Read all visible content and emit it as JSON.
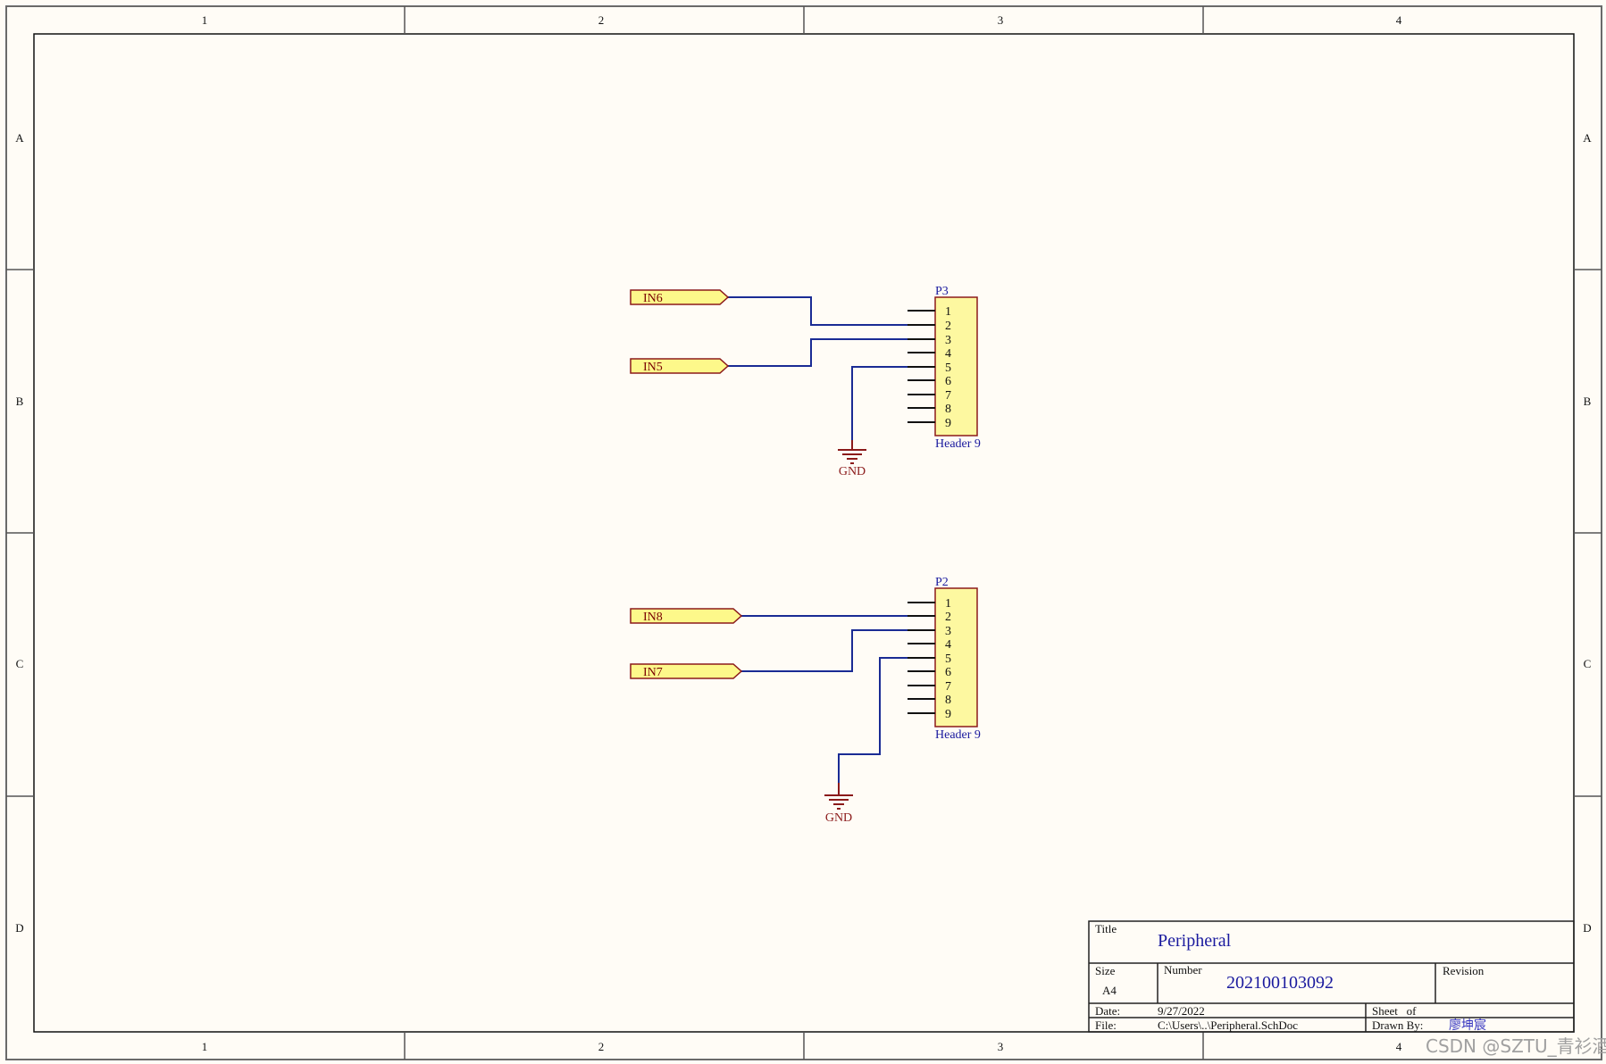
{
  "sheet": {
    "columns": [
      "1",
      "2",
      "3",
      "4"
    ],
    "rows": [
      "A",
      "B",
      "C",
      "D"
    ]
  },
  "components": [
    {
      "designator": "P3",
      "comment": "Header 9",
      "pins": [
        "1",
        "2",
        "3",
        "4",
        "5",
        "6",
        "7",
        "8",
        "9"
      ]
    },
    {
      "designator": "P2",
      "comment": "Header 9",
      "pins": [
        "1",
        "2",
        "3",
        "4",
        "5",
        "6",
        "7",
        "8",
        "9"
      ]
    }
  ],
  "ports": [
    {
      "name": "IN6",
      "connects_to": "P3 pin 2"
    },
    {
      "name": "IN5",
      "connects_to": "P3 pin 3"
    },
    {
      "name": "IN8",
      "connects_to": "P2 pin 2"
    },
    {
      "name": "IN7",
      "connects_to": "P2 pin 3"
    }
  ],
  "power": [
    {
      "net": "GND",
      "connects_to": "P3 pin 5"
    },
    {
      "net": "GND",
      "connects_to": "P2 pin 5"
    }
  ],
  "title_block": {
    "title_label": "Title",
    "title_value": "Peripheral",
    "size_label": "Size",
    "size_value": "A4",
    "number_label": "Number",
    "number_value": "202100103092",
    "revision_label": "Revision",
    "date_label": "Date:",
    "date_value": "9/27/2022",
    "file_label": "File:",
    "file_value": "C:\\Users\\..\\Peripheral.SchDoc",
    "sheet_label": "Sheet   of",
    "drawn_by_label": "Drawn By:",
    "drawn_by_value": "廖坤宸"
  },
  "watermark": "CSDN @SZTU_青衫酒",
  "colors": {
    "background": "#fffcf6",
    "wire": "#1a2b94",
    "port_fill": "#fdf88a",
    "component_fill": "#fdf8a0",
    "outline_red": "#8b1a1a",
    "label_blue": "#1a1a9e"
  }
}
